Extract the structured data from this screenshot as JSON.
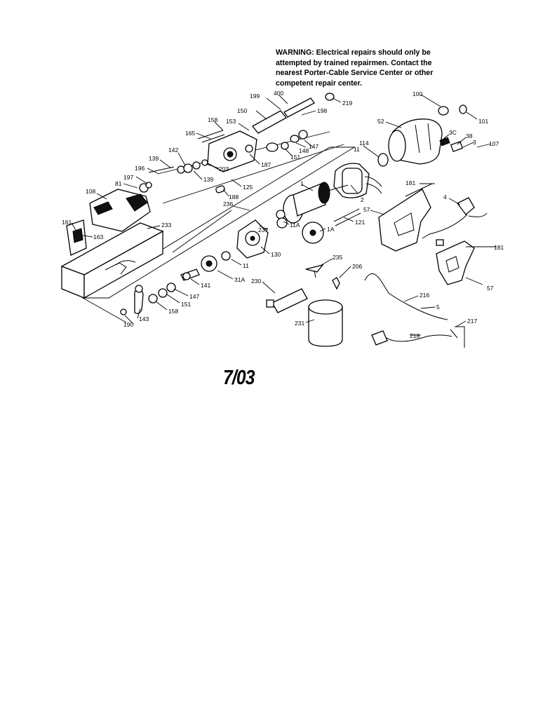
{
  "warning": {
    "lines": [
      "WARNING: Electrical repairs should only be",
      "attempted by trained repairmen. Contact the",
      "nearest Porter-Cable Service Center or other",
      "competent repair center."
    ]
  },
  "date_code": "7/03",
  "part_labels": {
    "p100": "100",
    "p101": "101",
    "p52": "52",
    "p3C": "3C",
    "p38": "38",
    "p3": "3",
    "p107": "107",
    "p114": "114",
    "p11a": "11",
    "p1": "1",
    "p2": "2",
    "p181a": "181",
    "p4": "4",
    "p57a": "57",
    "p181b": "181",
    "p57b": "57",
    "p400": "400",
    "p199": "199",
    "p219": "219",
    "p150": "150",
    "p198": "198",
    "p158a": "158",
    "p153": "153",
    "p165": "165",
    "p148": "148",
    "p147a": "147",
    "p151a": "151",
    "p142": "142",
    "p203": "203",
    "p187": "187",
    "p139a": "139",
    "p196": "196",
    "p139b": "139",
    "p125": "125",
    "p197": "197",
    "p81": "81",
    "p108": "108",
    "p188": "188",
    "p236": "236",
    "p233": "233",
    "p161": "161",
    "p163": "163",
    "p237": "237",
    "p11A": "11A",
    "p121": "121",
    "p1A": "1A",
    "p130": "130",
    "p11b": "11",
    "p235": "235",
    "p206": "206",
    "p141": "141",
    "p31A": "31A",
    "p147b": "147",
    "p151b": "151",
    "p158b": "158",
    "p143": "143",
    "p190": "190",
    "p230": "230",
    "p216": "216",
    "p231": "231",
    "p5": "5",
    "p217": "217",
    "p218": "218"
  }
}
